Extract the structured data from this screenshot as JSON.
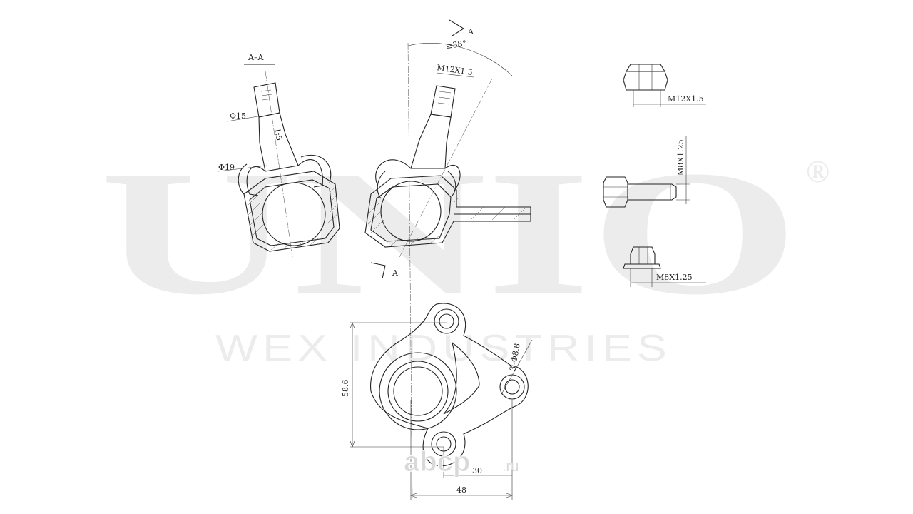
{
  "watermark": {
    "brand": "UNIO",
    "registered": "®",
    "subtitle": "WEX INDUSTRIES"
  },
  "labels": {
    "section": "A–A",
    "arrow_a_top": "A",
    "arrow_a_bottom": "A",
    "angle": "≥38°",
    "thread_stud": "M12X1.5",
    "dia_15": "Φ15",
    "dia_19": "Φ19",
    "taper": "1:5",
    "nut_thread": "M12X1.5",
    "bolt_thread": "M8X1.25",
    "flange_nut_thread": "M8X1.25",
    "holes": "3–Φ8.8",
    "dim_height": "58.6",
    "dim_30": "30",
    "dim_48": "48"
  },
  "site": {
    "logo": "abcp",
    "tld": ".ru"
  }
}
